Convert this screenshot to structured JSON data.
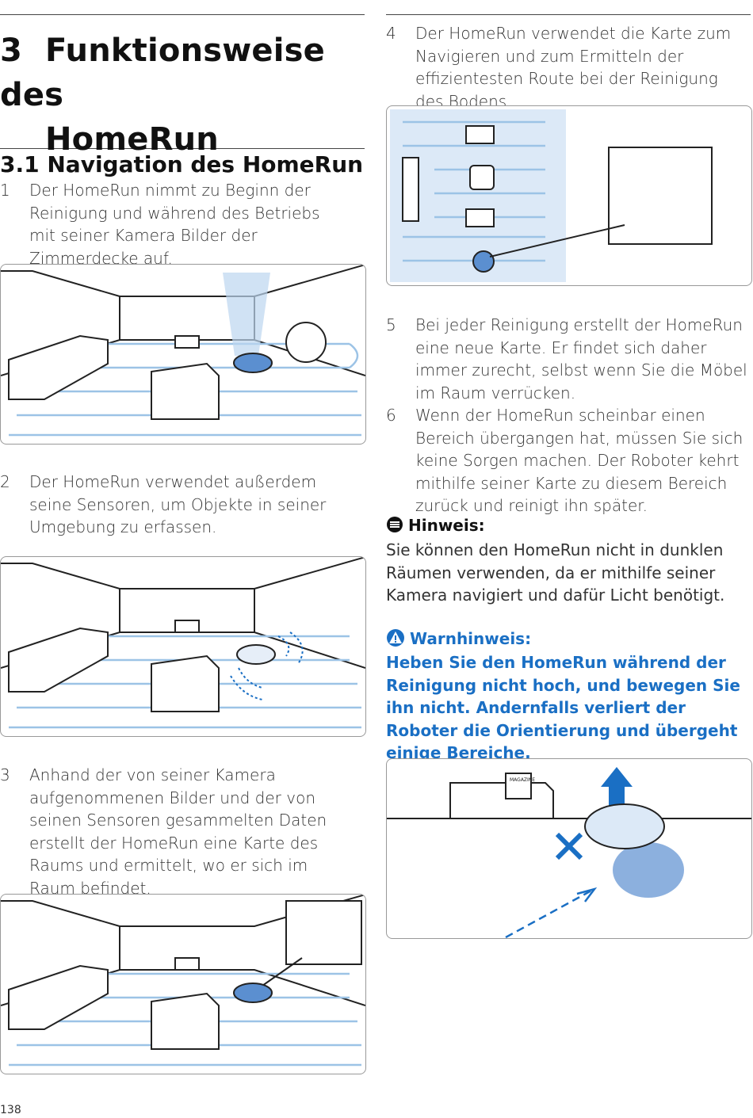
{
  "chapter": {
    "number": "3",
    "title_line1": "Funktionsweise des",
    "title_line2": "HomeRun"
  },
  "section": {
    "number": "3.1",
    "title": "Navigation des HomeRun"
  },
  "steps": [
    {
      "n": "1",
      "text": "Der HomeRun nimmt zu Beginn der Reinigung und während des Betriebs mit seiner Kamera Bilder der Zimmerdecke auf."
    },
    {
      "n": "2",
      "text": "Der HomeRun verwendet außerdem seine Sensoren, um Objekte in seiner Umgebung zu erfassen."
    },
    {
      "n": "3",
      "text": "Anhand der von seiner Kamera aufgenommenen Bilder und der von seinen Sensoren gesammelten Daten erstellt der HomeRun eine Karte des Raums und ermittelt, wo er sich im Raum befindet."
    },
    {
      "n": "4",
      "text": "Der HomeRun verwendet die Karte zum Navigieren und zum Ermitteln der effizientesten Route bei der Reinigung des Bodens."
    },
    {
      "n": "5",
      "text": "Bei jeder Reinigung erstellt der HomeRun eine neue Karte. Er findet sich daher immer zurecht, selbst wenn Sie die Möbel im Raum verrücken."
    },
    {
      "n": "6",
      "text": "Wenn der HomeRun scheinbar einen Bereich übergangen hat, müssen Sie sich keine Sorgen machen. Der Roboter kehrt mithilfe seiner Karte zu diesem Bereich zurück und reinigt ihn später."
    }
  ],
  "note": {
    "title": "Hinweis:",
    "text": "Sie können den HomeRun nicht in dunklen Räumen verwenden, da er mithilfe seiner Kamera navigiert und dafür Licht benötigt."
  },
  "warning": {
    "title": "Warnhinweis:",
    "text": "Heben Sie den HomeRun während der Reinigung nicht hoch, und bewegen Sie ihn nicht. Andernfalls verliert der Roboter die Orientierung und übergeht einige Bereiche."
  },
  "illustration_labels": {
    "magazine": "MAGAZINE"
  },
  "page_number": "138",
  "colors": {
    "accent": "#1a6fc4",
    "path_blue": "#9cc3e6",
    "robot_blue": "#5b8fd0"
  }
}
